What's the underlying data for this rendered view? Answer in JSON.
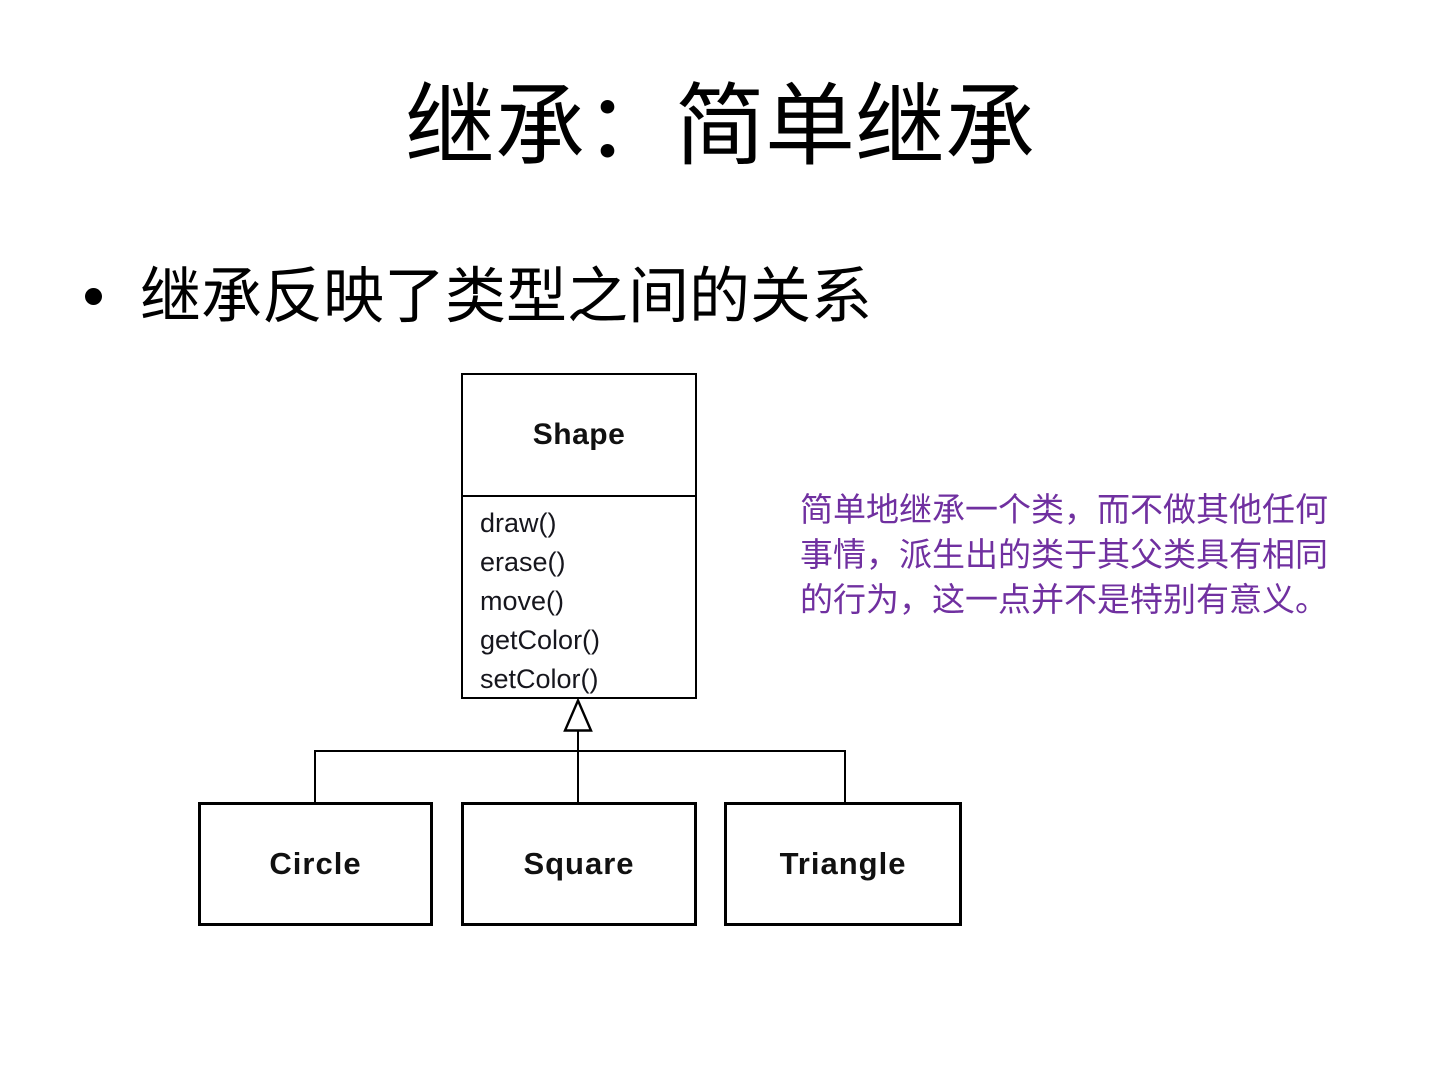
{
  "slide": {
    "title": "继承：简单继承",
    "bullet_text": "继承反映了类型之间的关系",
    "note": {
      "lines": [
        "简单地继承一个类，而不做其他任何",
        "事情，派生出的类于其父类具有相同",
        "的行为，这一点并不是特别有意义。"
      ],
      "color": "#7030A0"
    }
  },
  "diagram": {
    "type": "uml-class-inheritance",
    "parent": {
      "name": "Shape",
      "methods": [
        "draw()",
        "erase()",
        "move()",
        "getColor()",
        "setColor()"
      ]
    },
    "children": [
      "Circle",
      "Square",
      "Triangle"
    ],
    "relationship": "inheritance"
  },
  "colors": {
    "background": "#ffffff",
    "text": "#000000",
    "note_text": "#7030A0",
    "diagram_line": "#000000"
  }
}
